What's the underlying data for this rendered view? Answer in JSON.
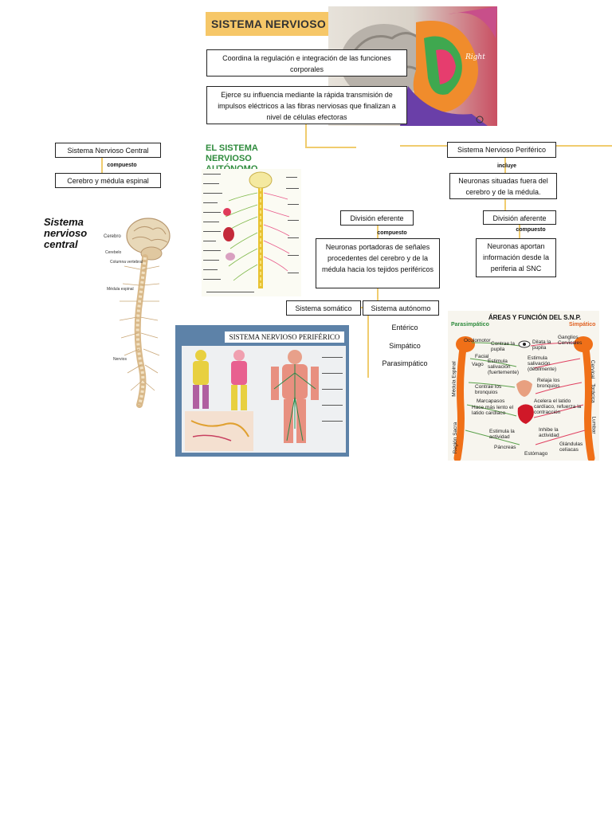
{
  "title": "SISTEMA NERVIOSO",
  "colors": {
    "accent_line": "#f0cc6e",
    "banner": "#f6c768",
    "box_border": "#222222"
  },
  "top_boxes": [
    "Coordina la regulación e integración de las funciones corporales",
    "Ejerce su influencia mediante la rápida transmisión de impulsos eléctricos a las fibras nerviosas que finalizan a nivel de células efectoras"
  ],
  "central": {
    "title": "Sistema Nervioso Central",
    "connector": "compuesto",
    "detail": "Cerebro y médula espinal",
    "figure_label": "Sistema nervioso central",
    "figure_labels": [
      "Cerebro",
      "Cerebelo",
      "Columna vertebral",
      "Médula espinal",
      "Nervios"
    ]
  },
  "autonomo_figure": {
    "title": "EL SISTEMA NERVIOSO AUTÓNOMO"
  },
  "periferico": {
    "title": "Sistema Nervioso Periférico",
    "connector": "incluye",
    "detail": "Neuronas situadas fuera del cerebro y de la médula."
  },
  "eferente": {
    "title": "División eferente",
    "connector": "compuesto",
    "detail": "Neuronas portadoras de señales procedentes del cerebro y de la médula hacia los tejidos periféricos"
  },
  "aferente": {
    "title": "División aferente",
    "connector": "compuesto",
    "detail": "Neuronas aportan información desde la periferia al SNC"
  },
  "somatico": "Sistema somático",
  "autonomo": {
    "title": "Sistema autónomo",
    "items": [
      "Entérico",
      "Simpático",
      "Parasimpático"
    ]
  },
  "snp_figure": {
    "title": "SISTEMA NERVIOSO PERIFÉRICO"
  },
  "areas_figure": {
    "title": "ÁREAS Y FUNCIÓN DEL S.N.P.",
    "left_header": "Parasimpático",
    "right_header": "Simpático",
    "labels": [
      "Oculomotor",
      "Contrae la pupila",
      "Dilata la pupila",
      "Ganglios Cervicales",
      "Facial",
      "Vago",
      "Estimula salivación (fuertemente)",
      "Estimula salivación (débilmente)",
      "Relaja los bronquios",
      "Contrae los bronquios",
      "Marcapasos",
      "Hace más lento el latido cardíaco",
      "Acelera el latido cardíaco, refuerza la contracción",
      "Estimula la actividad",
      "Inhibe la actividad",
      "Páncreas",
      "Estómago",
      "Glándulas celíacas",
      "Médula Espinal",
      "Región Sacra",
      "Cervical",
      "Torácica",
      "Lumbar"
    ]
  }
}
